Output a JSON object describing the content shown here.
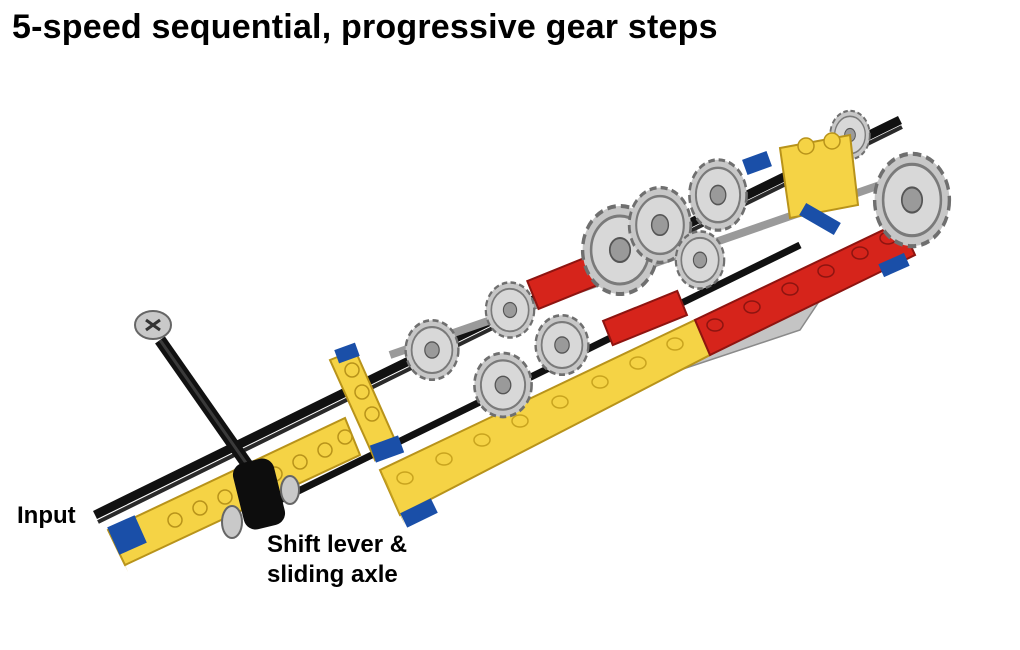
{
  "diagram": {
    "title": "5-speed sequential, progressive gear steps",
    "labels": {
      "input": "Input",
      "shift_line1": "Shift lever &",
      "shift_line2": "sliding axle"
    }
  },
  "colors": {
    "yellow": "#f5d345",
    "yellow_dark": "#c9a41e",
    "red": "#d6241b",
    "red_dark": "#8e1410",
    "blue": "#1a4fa8",
    "gray": "#c4c4c4",
    "gray_dark": "#8a8a8a",
    "black": "#111111"
  }
}
